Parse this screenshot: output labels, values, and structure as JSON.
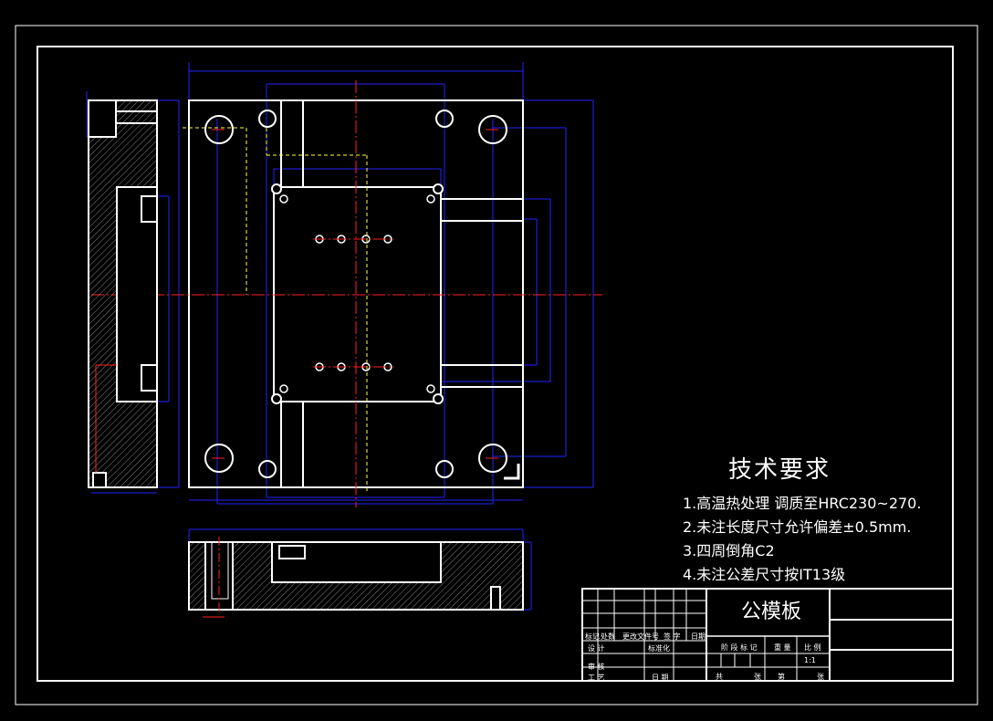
{
  "requirements": {
    "title": "技术要求",
    "items": [
      "1.高温热处理  调质至HRC230~270.",
      "2.未注长度尺寸允许偏差±0.5mm.",
      "3.四周倒角C2",
      "4.未注公差尺寸按IT13级"
    ]
  },
  "title_block": {
    "part_name": "公模板",
    "scale": "1:1",
    "labels": {
      "mark": "标记",
      "count": "处数",
      "change_doc": "更改文件号",
      "sign": "签 字",
      "date": "日期",
      "design": "设 计",
      "standard": "标准化",
      "check": "审 核",
      "process": "工 艺",
      "date2": "日 期",
      "stage": "阶 段 标 记",
      "weight": "重 量",
      "ratio": "比 例",
      "total": "共",
      "sheet_of": "张",
      "page": "第",
      "page_of": "张"
    }
  },
  "colors": {
    "background": "#000000",
    "line": "#ffffff",
    "dimension": "#2424ff",
    "center": "#ff2020",
    "hidden": "#ffff40"
  }
}
